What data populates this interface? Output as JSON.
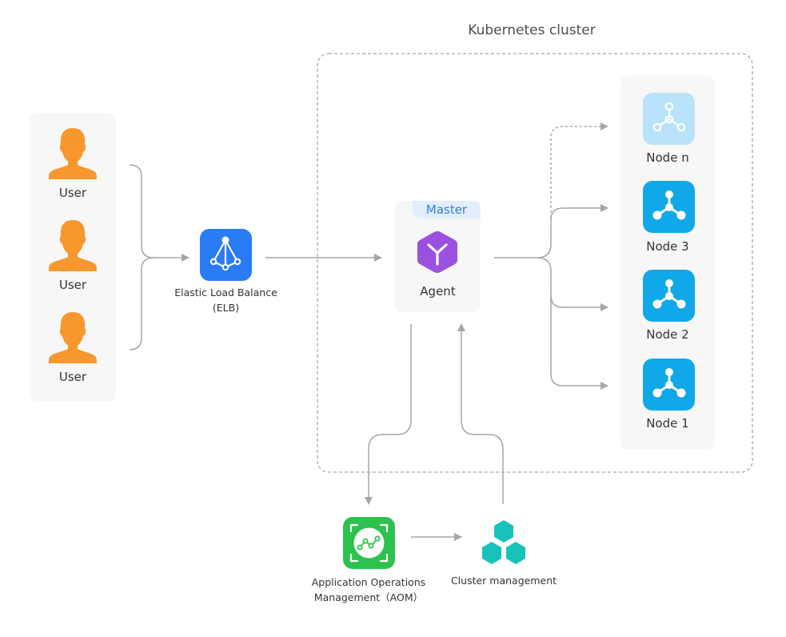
{
  "cluster": {
    "title": "Kubernetes cluster"
  },
  "users": [
    {
      "label": "User"
    },
    {
      "label": "User"
    },
    {
      "label": "User"
    }
  ],
  "elb": {
    "label_line1": "Elastic Load Balance",
    "label_line2": "(ELB)"
  },
  "master": {
    "tab_label": "Master",
    "agent_label": "Agent"
  },
  "nodes": [
    {
      "label": "Node n",
      "style": "faded"
    },
    {
      "label": "Node 3",
      "style": "solid"
    },
    {
      "label": "Node 2",
      "style": "solid"
    },
    {
      "label": "Node 1",
      "style": "solid"
    }
  ],
  "aom": {
    "label_line1": "Application Operations",
    "label_line2": "Management（AOM）"
  },
  "cluster_management": {
    "label": "Cluster management"
  },
  "colors": {
    "user": "#f7972e",
    "elb": "#2a7bf6",
    "agent": "#9b51e0",
    "node": "#10a8e8",
    "node_faded": "#b8e3fa",
    "aom": "#2dc24e",
    "cluster_mgmt": "#17c2bb",
    "connector": "#a6a6a6",
    "panel": "#f7f7f7"
  },
  "icons": {
    "user": "user-icon",
    "elb": "load-balancer-icon",
    "agent": "agent-hexagon-icon",
    "node": "node-network-icon",
    "aom": "monitoring-chart-icon",
    "cluster_mgmt": "hexagon-cluster-icon"
  }
}
